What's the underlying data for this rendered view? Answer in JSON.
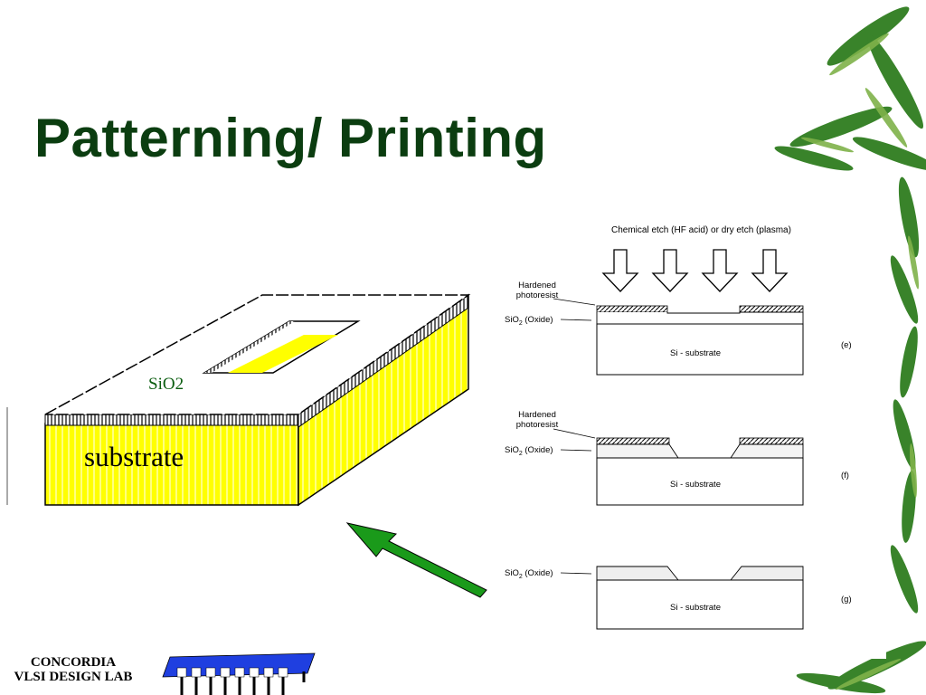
{
  "slide": {
    "title": "Patterning/ Printing",
    "footer": {
      "line1": "CONCORDIA",
      "line2": "VLSI DESIGN LAB"
    }
  },
  "diagram_3d": {
    "sio2_label": "SiO2",
    "substrate_label": "substrate",
    "colors": {
      "substrate": "#ffff00",
      "hatch": "#000000"
    }
  },
  "cross_sections": {
    "etch_label": "Chemical etch (HF acid) or dry etch (plasma)",
    "hardened_photoresist": "Hardened photoresist",
    "sio2_oxide": "SiO2 (Oxide)",
    "si_substrate": "Si - substrate",
    "step_e": "(e)",
    "step_f": "(f)",
    "step_g": "(g)"
  },
  "pointer": {
    "color": "#1a9a1a",
    "icon": "green-arrow-icon"
  },
  "background": {
    "decoration": "bamboo-leaves",
    "leaf_color": "#2f7d1f"
  }
}
